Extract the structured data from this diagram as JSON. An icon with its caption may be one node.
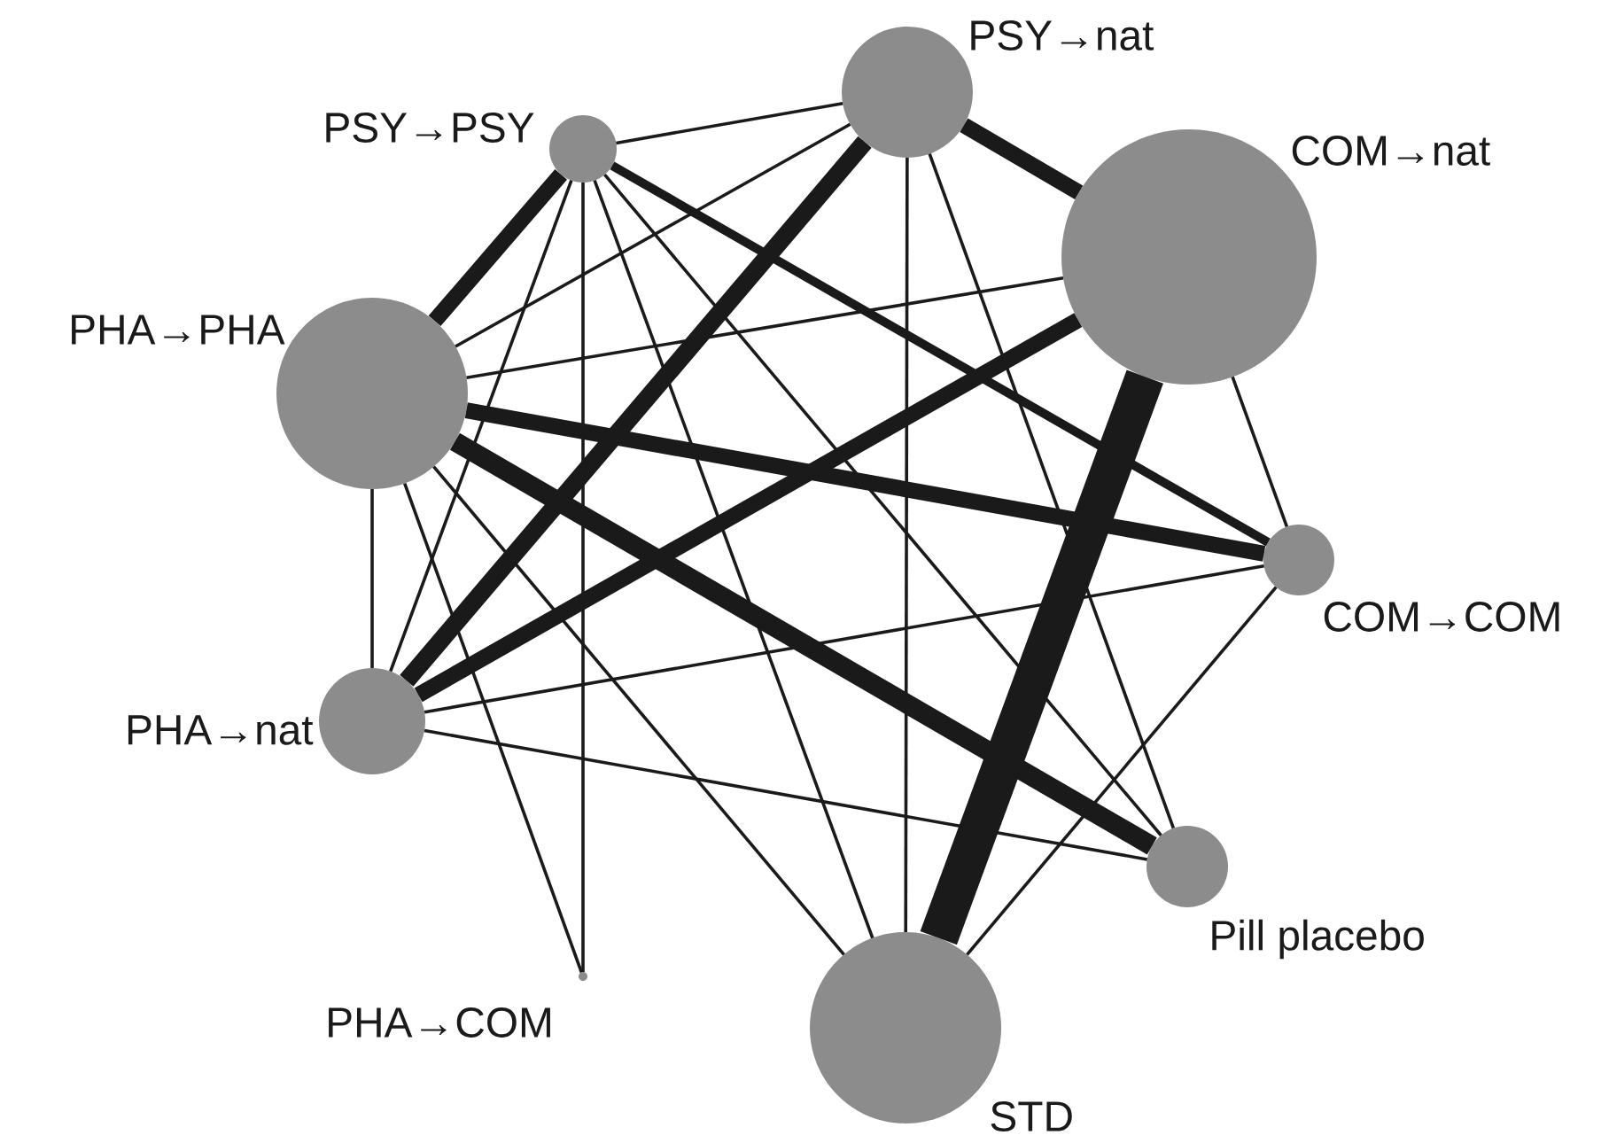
{
  "diagram": {
    "nodes": [
      {
        "text": [
          "PSY→PSY"
        ]
      },
      {
        "text": [
          "PSY→nat"
        ]
      },
      {
        "text": [
          "COM→nat"
        ]
      },
      {
        "text": [
          "PHA→PHA"
        ]
      },
      {
        "text": [
          "COM→COM"
        ]
      },
      {
        "text": [
          "PHA→nat"
        ]
      },
      {
        "text": [
          "Pill placebo"
        ]
      },
      {
        "text": [
          "PHA→COM"
        ]
      },
      {
        "text": [
          "STD"
        ]
      }
    ],
    "edges": [
      {
        "from": 0,
        "to": 1,
        "arrow": "none"
      },
      {
        "from": 0,
        "to": 3,
        "arrow": "none",
        "style": "thick"
      },
      {
        "from": 0,
        "to": 4,
        "arrow": "none",
        "style": "thick"
      },
      {
        "from": 0,
        "to": 5,
        "arrow": "none"
      },
      {
        "from": 0,
        "to": 6,
        "arrow": "none"
      },
      {
        "from": 0,
        "to": 7,
        "arrow": "none"
      },
      {
        "from": 0,
        "to": 8,
        "arrow": "none"
      },
      {
        "from": 1,
        "to": 2,
        "arrow": "none",
        "style": "thick"
      },
      {
        "from": 1,
        "to": 3,
        "arrow": "none"
      },
      {
        "from": 1,
        "to": 5,
        "arrow": "none",
        "style": "thick"
      },
      {
        "from": 1,
        "to": 6,
        "arrow": "none"
      },
      {
        "from": 1,
        "to": 8,
        "arrow": "none"
      },
      {
        "from": 2,
        "to": 3,
        "arrow": "none"
      },
      {
        "from": 2,
        "to": 4,
        "arrow": "none"
      },
      {
        "from": 2,
        "to": 5,
        "arrow": "none",
        "style": "thick"
      },
      {
        "from": 2,
        "to": 8,
        "arrow": "none",
        "style": "thick"
      },
      {
        "from": 3,
        "to": 4,
        "arrow": "none",
        "style": "thick"
      },
      {
        "from": 3,
        "to": 5,
        "arrow": "none"
      },
      {
        "from": 3,
        "to": 6,
        "arrow": "none",
        "style": "thick"
      },
      {
        "from": 3,
        "to": 7,
        "arrow": "none"
      },
      {
        "from": 3,
        "to": 8,
        "arrow": "none"
      },
      {
        "from": 4,
        "to": 5,
        "arrow": "none"
      },
      {
        "from": 4,
        "to": 8,
        "arrow": "none"
      },
      {
        "from": 5,
        "to": 6,
        "arrow": "none"
      }
    ]
  }
}
